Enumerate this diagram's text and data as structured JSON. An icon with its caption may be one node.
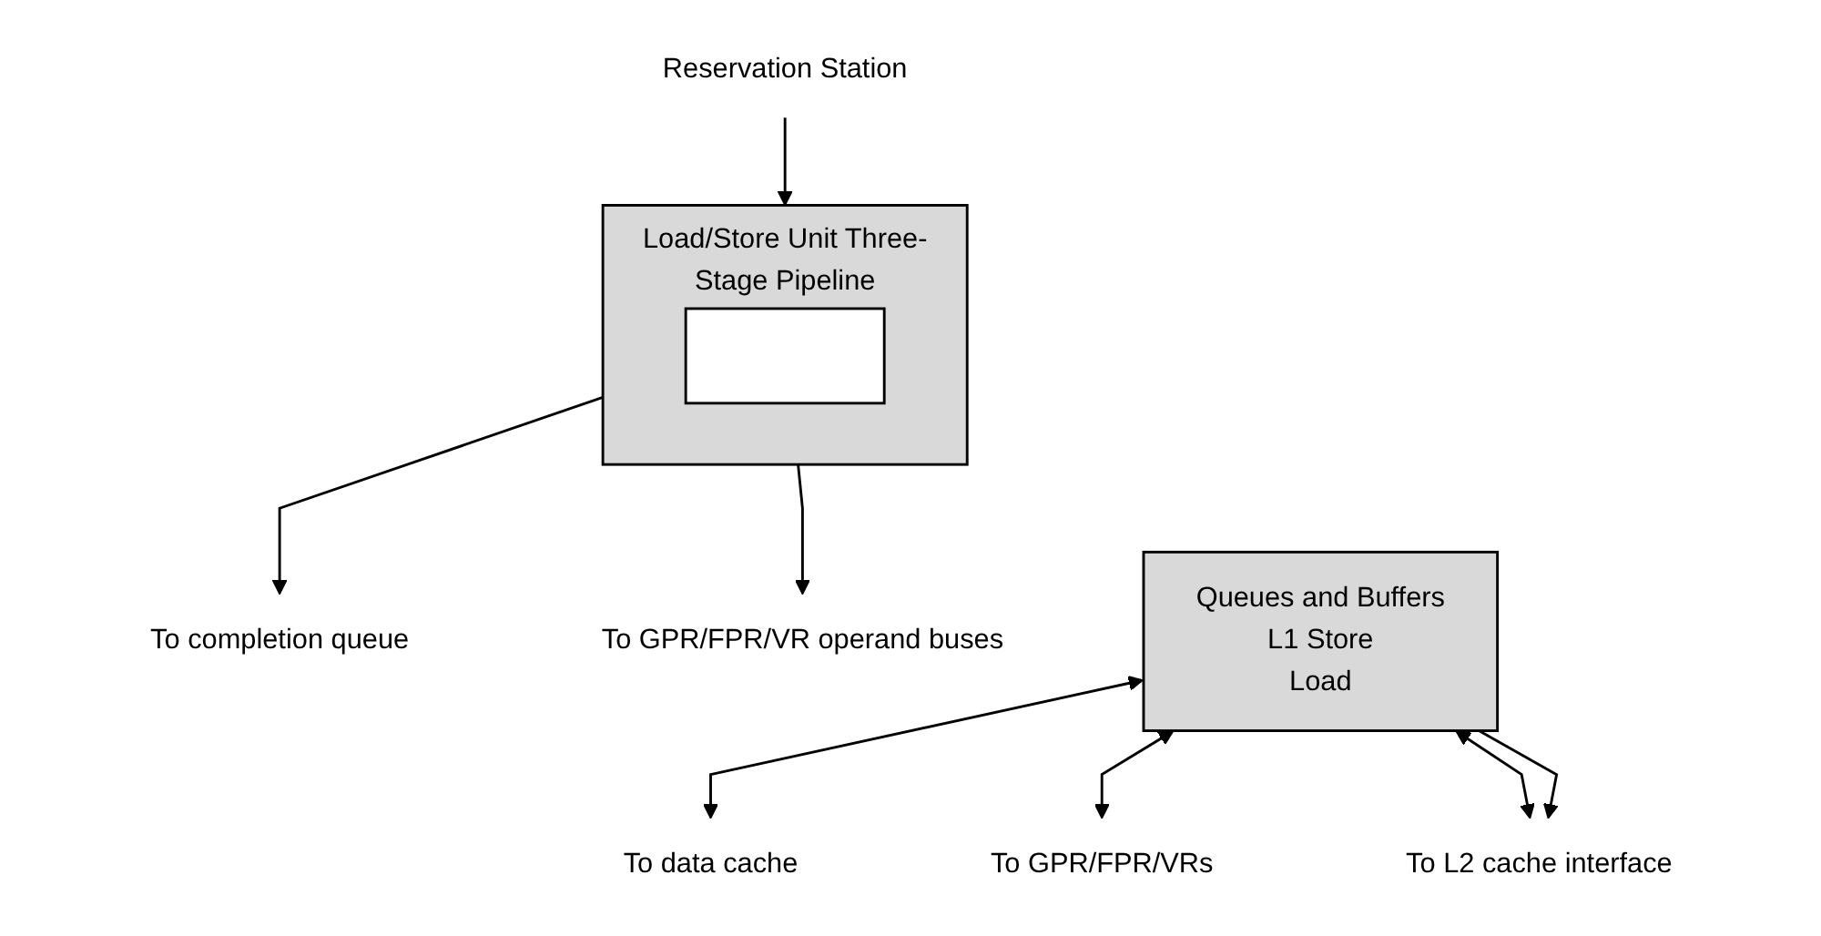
{
  "diagram": {
    "nodes": [
      {
        "text": [
          "Reservation Station"
        ]
      },
      {
        "text": [
          "Load/Store Unit Three-Stage Pipeline"
        ]
      },
      {
        "text": [],
        "shape": "box",
        "in": 1
      },
      {
        "text": [
          "To completion queue"
        ]
      },
      {
        "text": [
          "To GPR/FPR/VR operand buses"
        ]
      },
      {
        "text": [
          "Queues and Buffers",
          "L1 Store",
          "Load"
        ]
      },
      {
        "text": [
          "To data cache"
        ]
      },
      {
        "text": [
          "To GPR/FPR/VRs"
        ]
      },
      {
        "text": [
          "To L2 cache interface"
        ]
      }
    ],
    "edges": [
      {
        "from": 0,
        "to": 1,
        "arrow": "to"
      },
      {
        "from": 1,
        "to": 3,
        "arrow": "to"
      },
      {
        "from": 1,
        "to": 4,
        "arrow": "to"
      },
      {
        "from": 5,
        "to": 6,
        "arrow": "both"
      },
      {
        "from": 5,
        "to": 7,
        "arrow": "both"
      },
      {
        "from": 5,
        "to": 8,
        "arrow": "both"
      },
      {
        "from": 5,
        "to": 8,
        "arrow": "to"
      }
    ]
  }
}
